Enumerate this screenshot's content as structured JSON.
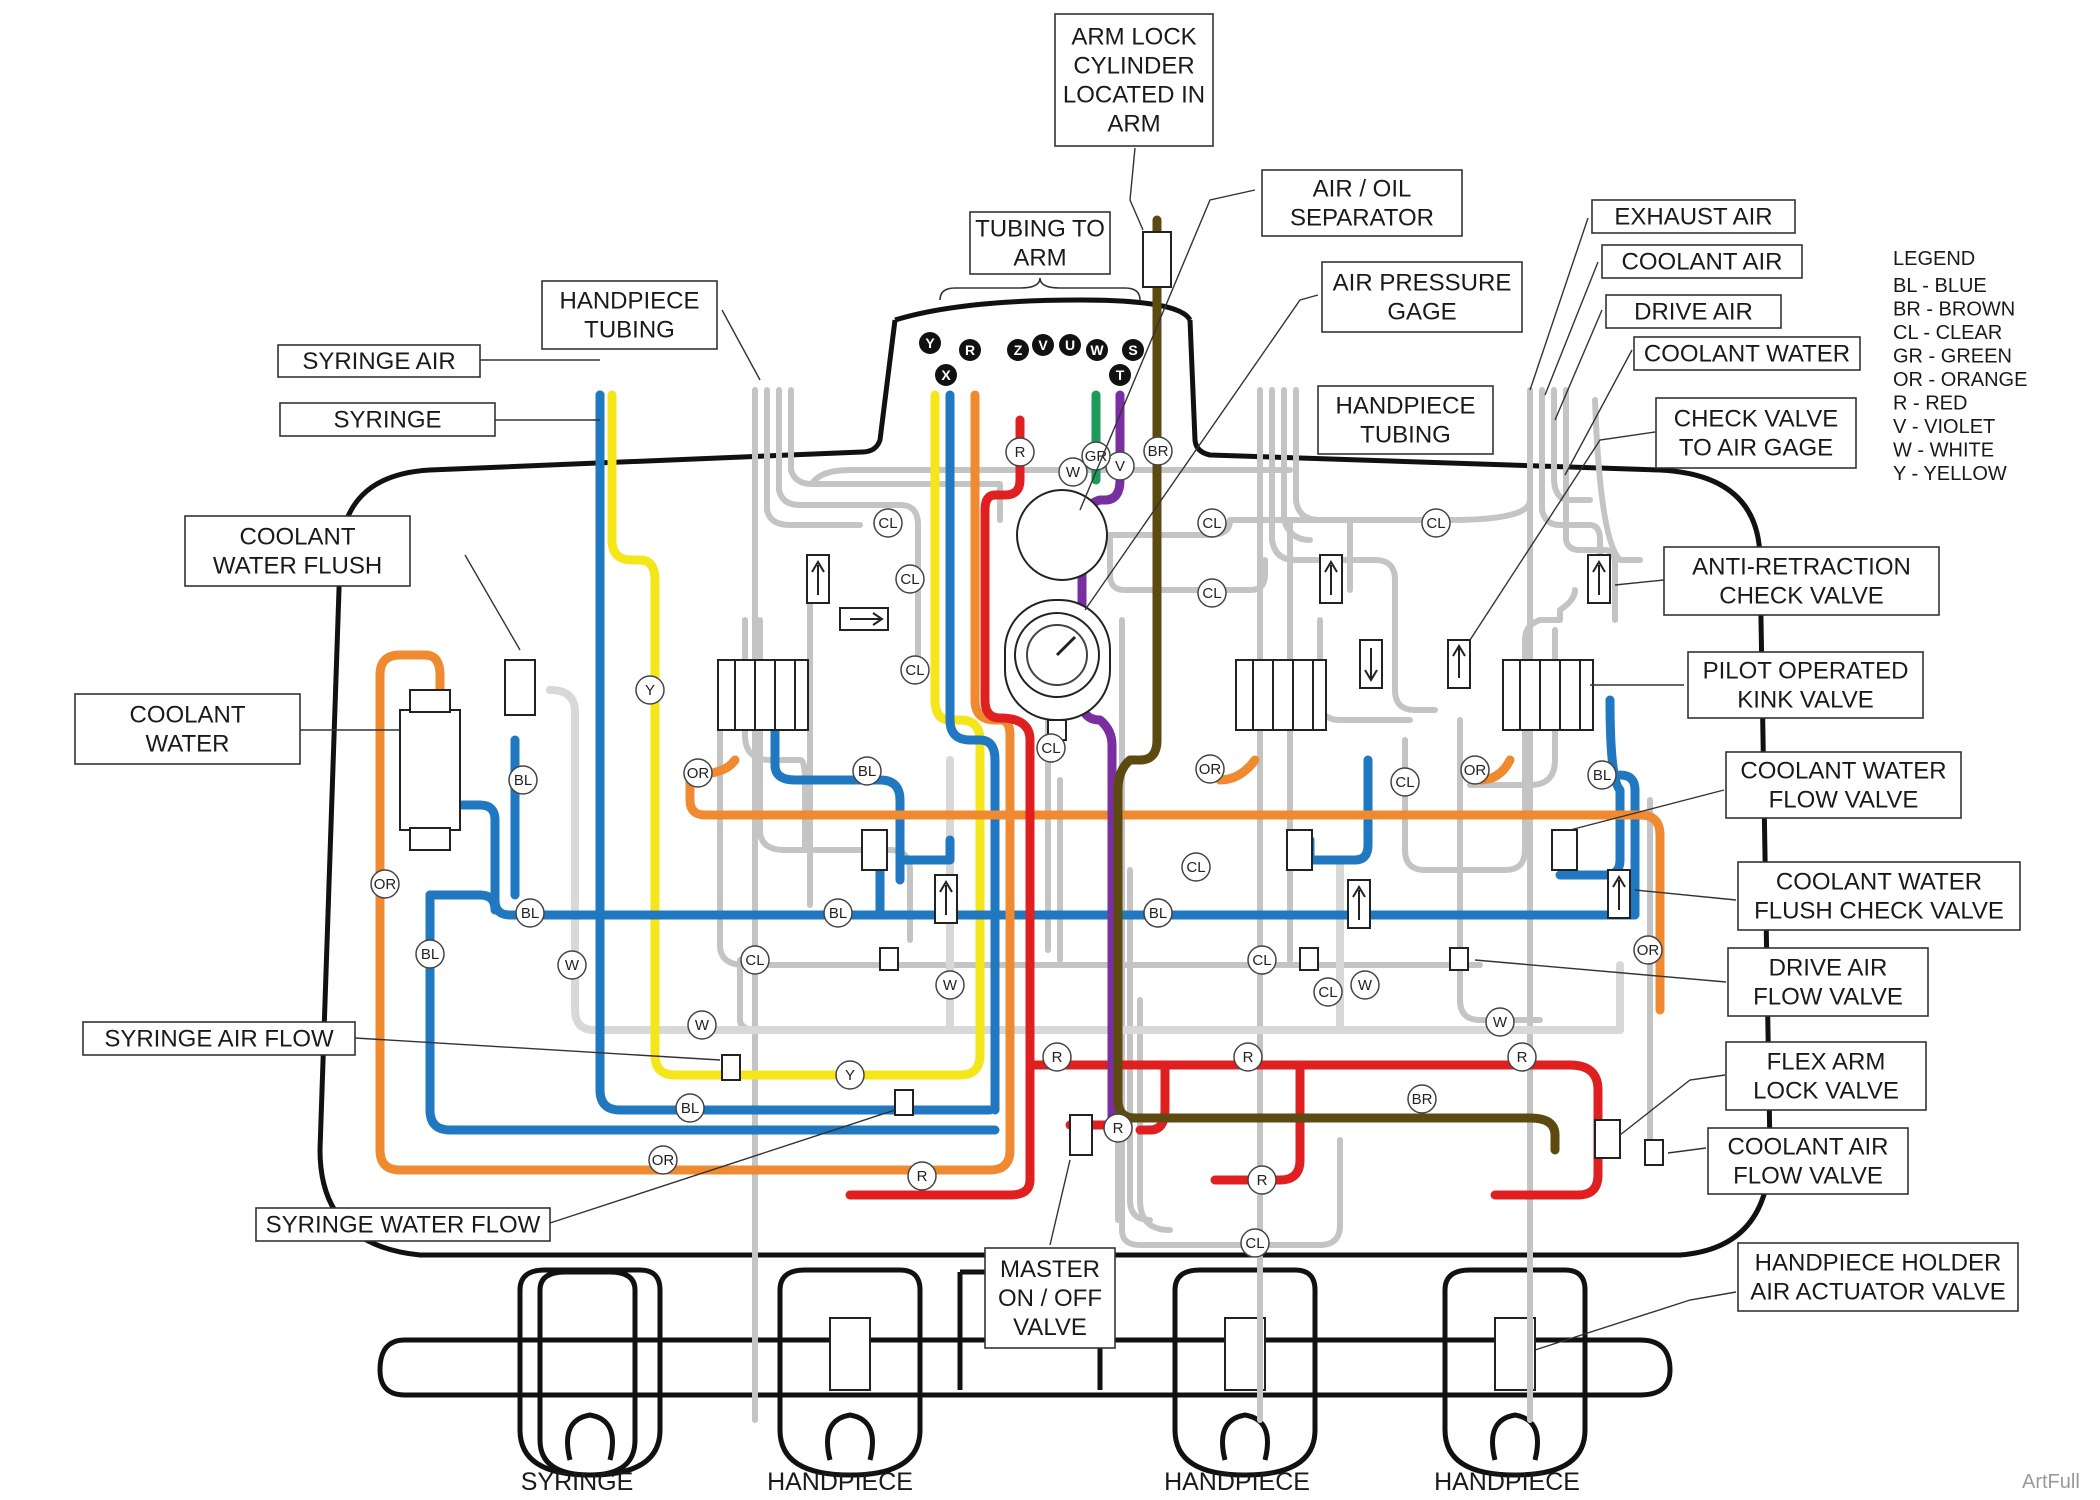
{
  "colors": {
    "BL": "#1f78c0",
    "BR": "#5c4a10",
    "CL": "#c4c4c4",
    "GR": "#1f9a5a",
    "OR": "#f08a30",
    "R": "#e02020",
    "V": "#7a2fa0",
    "W": "#d8d8d8",
    "Y": "#f5e61a"
  },
  "callouts": {
    "arm_lock": [
      "ARM LOCK",
      "CYLINDER",
      "LOCATED IN",
      "ARM"
    ],
    "tubing_to_arm": [
      "TUBING TO",
      "ARM"
    ],
    "air_oil": [
      "AIR / OIL",
      "SEPARATOR"
    ],
    "air_pressure": [
      "AIR PRESSURE",
      "GAGE"
    ],
    "handpiece_tubing_left": [
      "HANDPIECE",
      "TUBING"
    ],
    "syringe_air": [
      "SYRINGE AIR"
    ],
    "syringe": [
      "SYRINGE"
    ],
    "coolant_water_flush": [
      "COOLANT",
      "WATER FLUSH"
    ],
    "coolant_water_left": [
      "COOLANT",
      "WATER"
    ],
    "syringe_air_flow": [
      "SYRINGE AIR FLOW"
    ],
    "syringe_water_flow": [
      "SYRINGE WATER FLOW"
    ],
    "master_onoff": [
      "MASTER",
      "ON / OFF",
      "VALVE"
    ],
    "handpiece_tubing_right": [
      "HANDPIECE",
      "TUBING"
    ],
    "exhaust_air": [
      "EXHAUST AIR"
    ],
    "coolant_air": [
      "COOLANT AIR"
    ],
    "drive_air": [
      "DRIVE AIR"
    ],
    "coolant_water_right": [
      "COOLANT WATER"
    ],
    "check_valve_gage": [
      "CHECK VALVE",
      "TO AIR GAGE"
    ],
    "anti_retraction": [
      "ANTI-RETRACTION",
      "CHECK VALVE"
    ],
    "pilot_kink": [
      "PILOT OPERATED",
      "KINK VALVE"
    ],
    "cw_flow_valve": [
      "COOLANT WATER",
      "FLOW VALVE"
    ],
    "cw_flush_check": [
      "COOLANT WATER",
      "FLUSH CHECK VALVE"
    ],
    "drive_air_flow": [
      "DRIVE AIR",
      "FLOW VALVE"
    ],
    "flex_arm": [
      "FLEX ARM",
      "LOCK VALVE"
    ],
    "coolant_air_flow": [
      "COOLANT AIR",
      "FLOW VALVE"
    ],
    "holder_actuator": [
      "HANDPIECE HOLDER",
      "AIR ACTUATOR VALVE"
    ]
  },
  "legend": {
    "title": "LEGEND",
    "items": [
      "BL - BLUE",
      "BR - BROWN",
      "CL - CLEAR",
      "GR - GREEN",
      "OR - ORANGE",
      "R - RED",
      "V - VIOLET",
      "W - WHITE",
      "Y - YELLOW"
    ]
  },
  "connector_letters": [
    "Y",
    "X",
    "R",
    "Z",
    "V",
    "U",
    "W",
    "S",
    "T"
  ],
  "bottom_labels": [
    "SYRINGE",
    "HANDPIECE",
    "HANDPIECE",
    "HANDPIECE"
  ],
  "watermark": "ArtFull",
  "tube_tags": [
    {
      "t": "CL"
    },
    {
      "t": "CL"
    },
    {
      "t": "CL"
    },
    {
      "t": "CL"
    },
    {
      "t": "CL"
    },
    {
      "t": "CL"
    },
    {
      "t": "CL"
    },
    {
      "t": "CL"
    },
    {
      "t": "CL"
    },
    {
      "t": "CL"
    },
    {
      "t": "CL"
    },
    {
      "t": "CL"
    },
    {
      "t": "CL"
    },
    {
      "t": "Y"
    },
    {
      "t": "Y"
    },
    {
      "t": "Y"
    },
    {
      "t": "BL"
    },
    {
      "t": "BL"
    },
    {
      "t": "BL"
    },
    {
      "t": "BL"
    },
    {
      "t": "BL"
    },
    {
      "t": "BL"
    },
    {
      "t": "BL"
    },
    {
      "t": "BL"
    },
    {
      "t": "BL"
    },
    {
      "t": "OR"
    },
    {
      "t": "OR"
    },
    {
      "t": "OR"
    },
    {
      "t": "OR"
    },
    {
      "t": "OR"
    },
    {
      "t": "OR"
    },
    {
      "t": "R"
    },
    {
      "t": "R"
    },
    {
      "t": "R"
    },
    {
      "t": "R"
    },
    {
      "t": "R"
    },
    {
      "t": "R"
    },
    {
      "t": "R"
    },
    {
      "t": "W"
    },
    {
      "t": "W"
    },
    {
      "t": "W"
    },
    {
      "t": "W"
    },
    {
      "t": "W"
    },
    {
      "t": "W"
    },
    {
      "t": "V"
    },
    {
      "t": "GR"
    },
    {
      "t": "BR"
    },
    {
      "t": "BR"
    }
  ]
}
